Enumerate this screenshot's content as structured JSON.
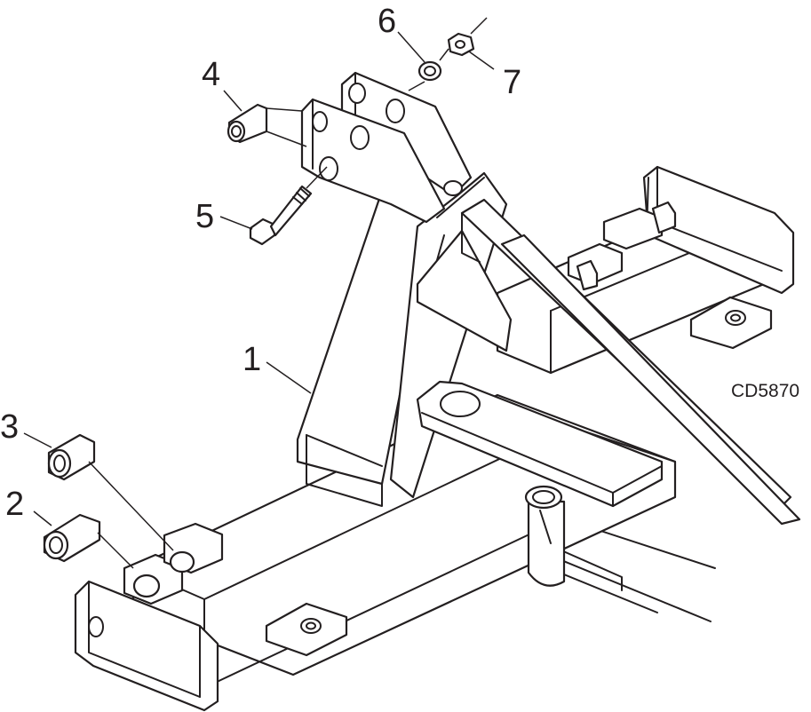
{
  "figure": {
    "code": "CD5870"
  },
  "callouts": [
    {
      "id": "1",
      "label": "1"
    },
    {
      "id": "2",
      "label": "2"
    },
    {
      "id": "3",
      "label": "3"
    },
    {
      "id": "4",
      "label": "4"
    },
    {
      "id": "5",
      "label": "5"
    },
    {
      "id": "6",
      "label": "6"
    },
    {
      "id": "7",
      "label": "7"
    }
  ],
  "colors": {
    "ink": "#231f20",
    "paper": "#ffffff"
  }
}
